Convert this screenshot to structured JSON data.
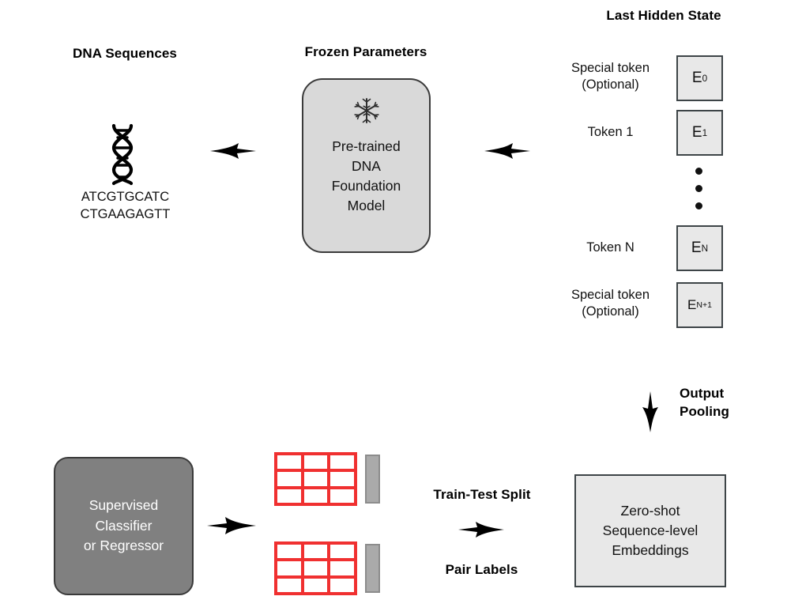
{
  "diagram": {
    "title": "DNA foundation model zero-shot embedding pipeline",
    "colors": {
      "model_box_fill": "#d9d9d9",
      "token_box_fill": "#e8e8e8",
      "token_box_border": "#3d4447",
      "classifier_fill": "#808080",
      "grid_red": "#f03030",
      "bar_gray": "#aaaaaa",
      "arrow_black": "#000000",
      "background": "#ffffff"
    },
    "stage_dna": {
      "heading": "DNA Sequences",
      "icon": "dna-helix-icon",
      "sequences": [
        "ATCGTGCATC",
        "CTGAAGAGTT"
      ]
    },
    "stage_model": {
      "heading": "Frozen Parameters",
      "icon": "snowflake-icon",
      "lines": [
        "Pre-trained",
        "DNA",
        "Foundation",
        "Model"
      ]
    },
    "stage_hidden": {
      "heading": "Last Hidden State",
      "rows": [
        {
          "label_lines": [
            "Special token",
            "(Optional)"
          ],
          "embedding": "E",
          "subscript": "0"
        },
        {
          "label_lines": [
            "Token 1"
          ],
          "embedding": "E",
          "subscript": "1"
        },
        {
          "label_lines": [
            "Token N"
          ],
          "embedding": "E",
          "subscript": "N"
        },
        {
          "label_lines": [
            "Special token",
            "(Optional)"
          ],
          "embedding": "E",
          "subscript": "N+1"
        }
      ],
      "ellipsis_dots": 3
    },
    "stage_pooling": {
      "label_lines": [
        "Output",
        "Pooling"
      ],
      "arrow": "arrow-down-icon"
    },
    "stage_embeddings": {
      "lines": [
        "Zero-shot",
        "Sequence-level",
        "Embeddings"
      ]
    },
    "stage_split": {
      "label_top": "Train-Test Split",
      "label_bottom": "Pair Labels",
      "arrow": "arrow-left-icon"
    },
    "stage_matrices": {
      "count": 2,
      "grid_rows": 3,
      "grid_cols": 3,
      "bar_label": "label-vector-bar"
    },
    "stage_classifier": {
      "lines": [
        "Supervised",
        "Classifier",
        "or Regressor"
      ]
    },
    "arrows": {
      "dna_to_model": "arrow-right-icon",
      "model_to_hidden": "arrow-right-icon",
      "hidden_to_pooling": "arrow-down-icon",
      "embeddings_to_matrices": "arrow-left-icon",
      "matrices_to_classifier": "arrow-left-icon"
    }
  }
}
